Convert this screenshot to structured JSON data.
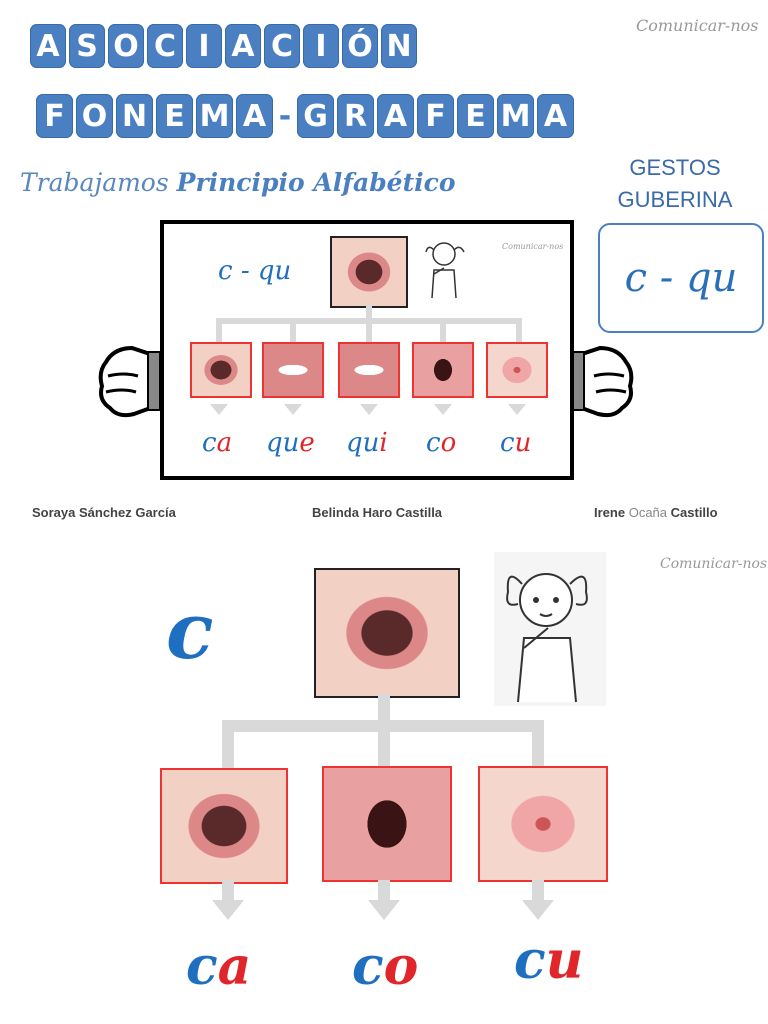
{
  "title": {
    "line1": [
      "A",
      "S",
      "O",
      "C",
      "I",
      "A",
      "C",
      "I",
      "Ó",
      "N"
    ],
    "line2": [
      "F",
      "O",
      "N",
      "E",
      "M",
      "A",
      "-",
      "G",
      "R",
      "A",
      "F",
      "E",
      "M",
      "A"
    ]
  },
  "logo_text": "Comunicar-nos",
  "subtitle": {
    "normal": "Trabajamos",
    "bold": "Principio Alfabético"
  },
  "gestos": {
    "line1": "GESTOS",
    "line2": "GUBERINA"
  },
  "cqu_box": "c - qu",
  "board": {
    "header": "c - qu",
    "syllables": [
      {
        "blue": "c",
        "red": "a"
      },
      {
        "blue": "qu",
        "red": "e"
      },
      {
        "blue": "qu",
        "red": "i"
      },
      {
        "blue": "c",
        "red": "o"
      },
      {
        "blue": "c",
        "red": "u"
      }
    ]
  },
  "authors": [
    {
      "first": "Soraya Sánchez García",
      "light": "",
      "last": ""
    },
    {
      "first": "Belinda Haro Castilla",
      "light": "",
      "last": ""
    },
    {
      "first": "Irene",
      "light": "Ocaña",
      "last": "Castillo"
    }
  ],
  "page2": {
    "letter": "c",
    "syllables": [
      {
        "blue": "c",
        "red": "a"
      },
      {
        "blue": "c",
        "red": "o"
      },
      {
        "blue": "c",
        "red": "u"
      }
    ]
  },
  "colors": {
    "accent": "#4a7fc2",
    "blue_text": "#1f6fc0",
    "red_text": "#e0262a",
    "mouth_border": "#e33333"
  },
  "icons": [
    "hand-left-icon",
    "hand-right-icon",
    "girl-sign-icon",
    "mouth-photo"
  ]
}
